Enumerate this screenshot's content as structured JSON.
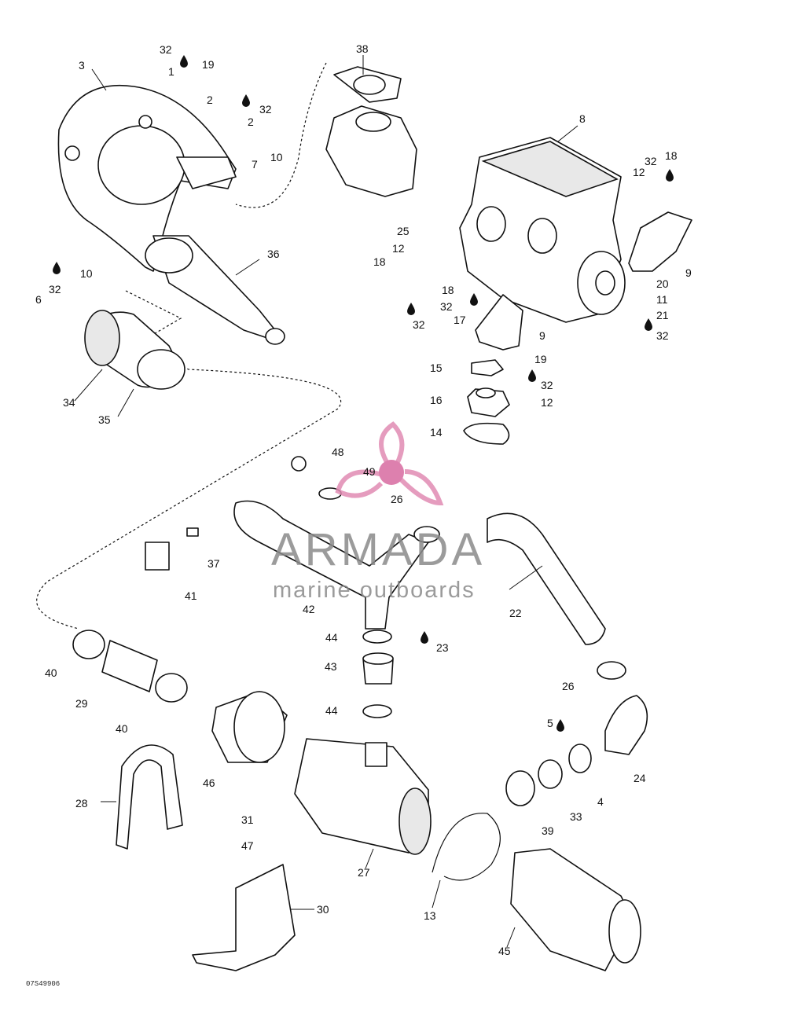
{
  "diagram": {
    "part_labels": {
      "p1": "1",
      "p2a": "2",
      "p2b": "2",
      "p3": "3",
      "p4": "4",
      "p5": "5",
      "p6": "6",
      "p7": "7",
      "p8": "8",
      "p9a": "9",
      "p9b": "9",
      "p10a": "10",
      "p10b": "10",
      "p11": "11",
      "p12a": "12",
      "p12b": "12",
      "p12c": "12",
      "p13": "13",
      "p14": "14",
      "p15": "15",
      "p16": "16",
      "p17": "17",
      "p18a": "18",
      "p18b": "18",
      "p18c": "18",
      "p19a": "19",
      "p19b": "19",
      "p20": "20",
      "p21": "21",
      "p22": "22",
      "p23": "23",
      "p24": "24",
      "p25": "25",
      "p26a": "26",
      "p26b": "26",
      "p27": "27",
      "p28": "28",
      "p29": "29",
      "p30": "30",
      "p31": "31",
      "p32a": "32",
      "p32b": "32",
      "p32c": "32",
      "p32d": "32",
      "p32e": "32",
      "p32f": "32",
      "p32g": "32",
      "p32h": "32",
      "p33": "33",
      "p34": "34",
      "p35": "35",
      "p36": "36",
      "p37": "37",
      "p38": "38",
      "p39": "39",
      "p40a": "40",
      "p40b": "40",
      "p41": "41",
      "p42": "42",
      "p43": "43",
      "p44a": "44",
      "p44b": "44",
      "p45": "45",
      "p46": "46",
      "p47": "47",
      "p48": "48",
      "p49": "49"
    },
    "figure_code": "07S49906"
  },
  "watermark": {
    "title": "ARMADA",
    "subtitle": "marine outboards",
    "color": "#e18bb3"
  }
}
